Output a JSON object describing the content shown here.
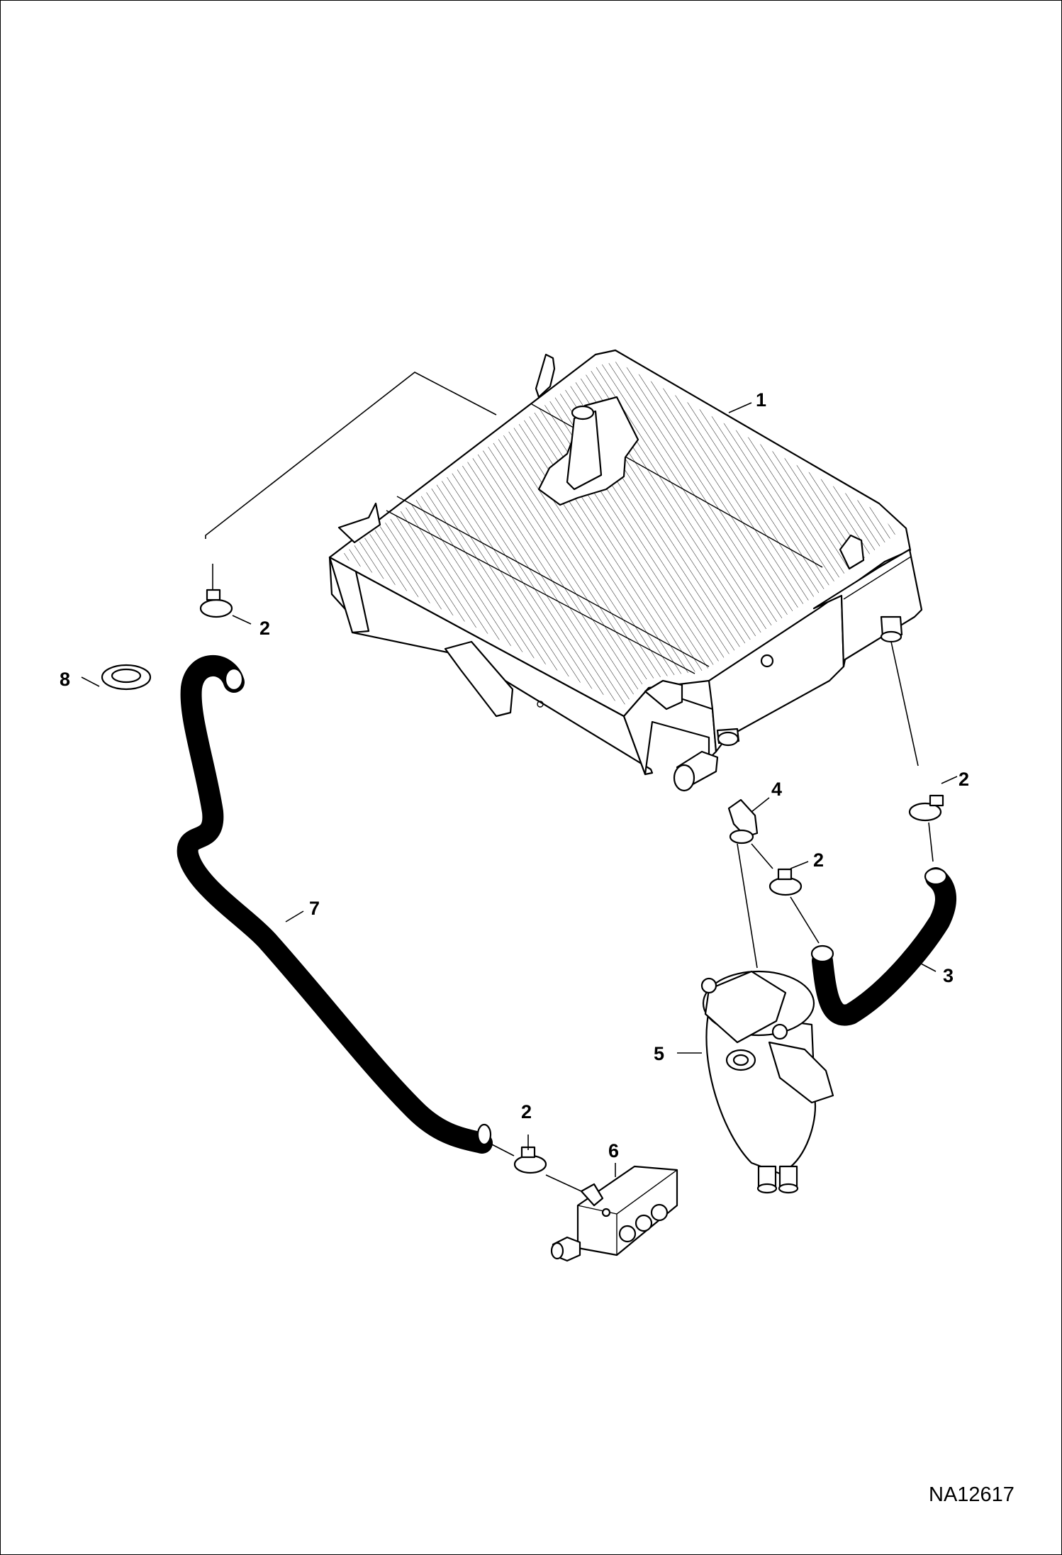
{
  "figure_id": "NA12617",
  "callouts": [
    {
      "id": "1",
      "label": "1"
    },
    {
      "id": "2a",
      "label": "2"
    },
    {
      "id": "2b",
      "label": "2"
    },
    {
      "id": "2c",
      "label": "2"
    },
    {
      "id": "2d",
      "label": "2"
    },
    {
      "id": "3",
      "label": "3"
    },
    {
      "id": "4",
      "label": "4"
    },
    {
      "id": "5",
      "label": "5"
    },
    {
      "id": "6",
      "label": "6"
    },
    {
      "id": "7",
      "label": "7"
    },
    {
      "id": "8",
      "label": "8"
    }
  ],
  "colors": {
    "line": "#000000",
    "background": "#ffffff"
  }
}
